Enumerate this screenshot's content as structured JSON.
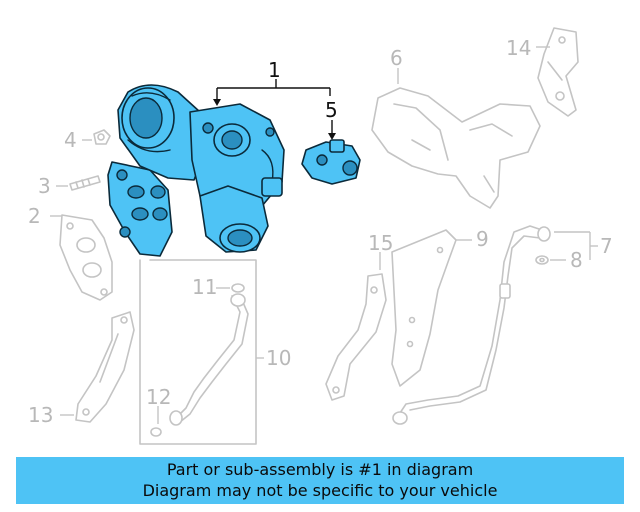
{
  "callouts": {
    "c1": "1",
    "c2": "2",
    "c3": "3",
    "c4": "4",
    "c5": "5",
    "c6": "6",
    "c7": "7",
    "c8": "8",
    "c9": "9",
    "c10": "10",
    "c11": "11",
    "c12": "12",
    "c13": "13",
    "c14": "14",
    "c15": "15"
  },
  "banner": {
    "line1": "Part or sub-assembly is #1 in diagram",
    "line2": "Diagram may not be specific to your vehicle"
  },
  "colors": {
    "highlight": "#4ec3f5",
    "banner_background": "#4ec3f5",
    "ghost_lines": "#c4c4c4",
    "active_callout": "#111111"
  }
}
